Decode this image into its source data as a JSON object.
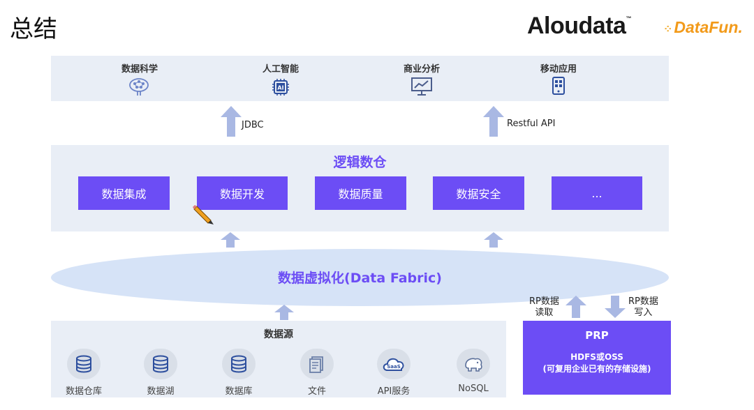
{
  "title": "总结",
  "logos": {
    "aloudata": "Aloudata",
    "aloudata_tm": "™",
    "datafun": "DataFun."
  },
  "apps": [
    {
      "label": "数据科学",
      "icon": "brain-network-icon"
    },
    {
      "label": "人工智能",
      "icon": "ai-chip-icon"
    },
    {
      "label": "商业分析",
      "icon": "chart-monitor-icon"
    },
    {
      "label": "移动应用",
      "icon": "mobile-app-icon"
    }
  ],
  "interfaces": {
    "left": "JDBC",
    "right": "Restful API"
  },
  "logical": {
    "title": "逻辑数仓",
    "modules": [
      "数据集成",
      "数据开发",
      "数据质量",
      "数据安全",
      "..."
    ]
  },
  "fabric": {
    "label": "数据虚拟化(Data Fabric)"
  },
  "rp": {
    "read": [
      "RP数据",
      "读取"
    ],
    "write": [
      "RP数据",
      "写入"
    ]
  },
  "sources": {
    "title": "数据源",
    "items": [
      {
        "label": "数据仓库",
        "icon": "database-icon"
      },
      {
        "label": "数据湖",
        "icon": "database-icon"
      },
      {
        "label": "数据库",
        "icon": "database-icon"
      },
      {
        "label": "文件",
        "icon": "file-icon"
      },
      {
        "label": "API服务",
        "icon": "saas-cloud-icon"
      },
      {
        "label": "NoSQL",
        "icon": "hadoop-elephant-icon"
      }
    ]
  },
  "prp": {
    "title": "PRP",
    "line1": "HDFS或OSS",
    "line2": "(可复用企业已有的存储设施)"
  },
  "colors": {
    "primary": "#6c4df5",
    "arrow": "#a9b8e3",
    "panel": "#e9eef6",
    "ellipse": "#d6e3f7",
    "accent_text": "#6c4df5"
  }
}
